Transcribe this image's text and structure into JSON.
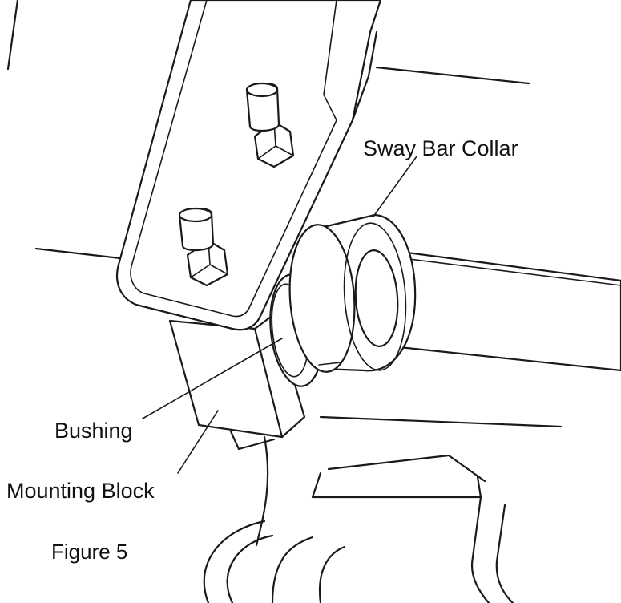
{
  "labels": {
    "sway_bar_collar": "Sway Bar Collar",
    "bushing": "Bushing",
    "mounting_block": "Mounting Block"
  },
  "caption": "Figure 5"
}
